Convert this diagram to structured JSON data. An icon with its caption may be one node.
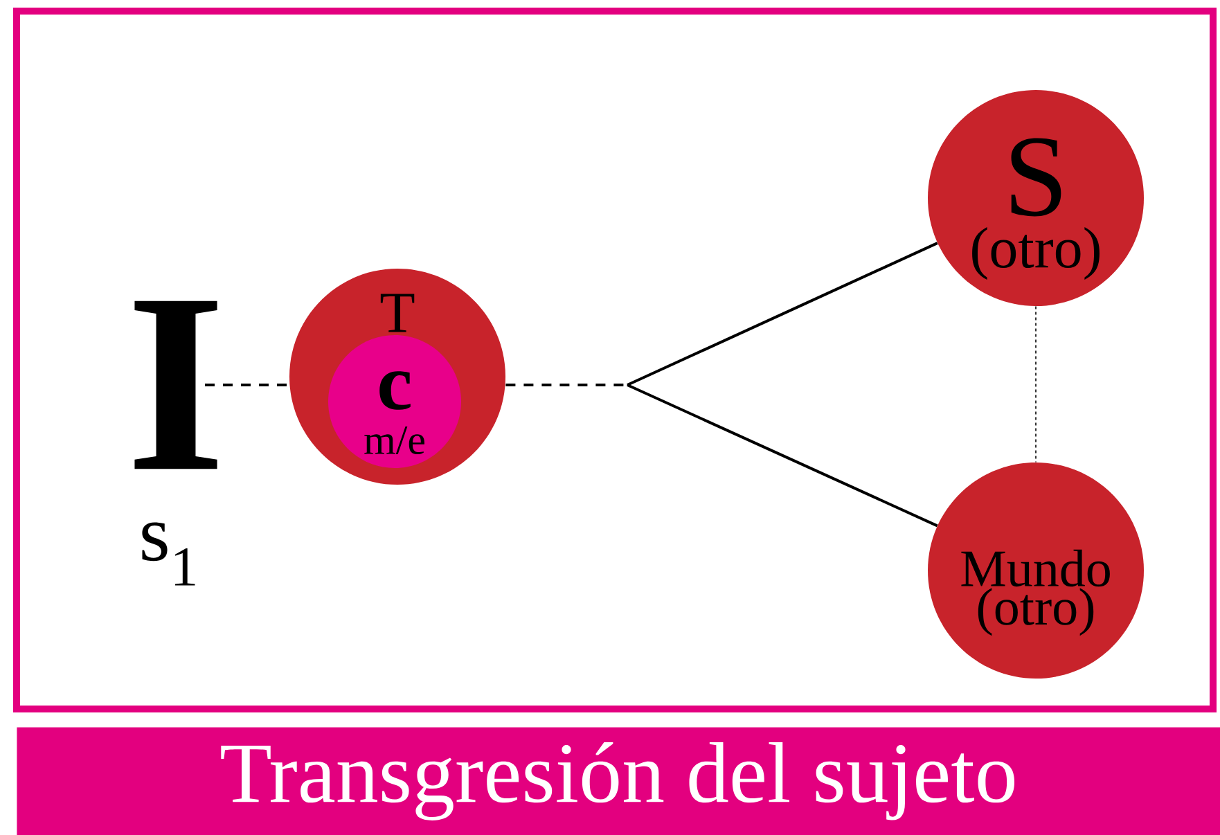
{
  "diagram": {
    "title": "Transgresión del sujeto",
    "nodes": [
      {
        "text": [
          "I"
        ],
        "beside": [
          "s$_{1}$"
        ]
      },
      {
        "text": [
          "T"
        ]
      },
      {
        "text": [
          "c",
          "m/e"
        ],
        "in": 1
      },
      {
        "text": [
          "S",
          "(otro)"
        ]
      },
      {
        "text": [
          "Mundo (otro)"
        ]
      }
    ],
    "edges": [
      {
        "from": 0,
        "to": 1,
        "arrow": "none",
        "style": "dashed"
      },
      {
        "from": 1,
        "to": 3,
        "arrow": "none"
      },
      {
        "from": 1,
        "to": 4,
        "arrow": "none"
      },
      {
        "from": 3,
        "to": 4,
        "arrow": "none",
        "style": "dashed"
      }
    ]
  }
}
